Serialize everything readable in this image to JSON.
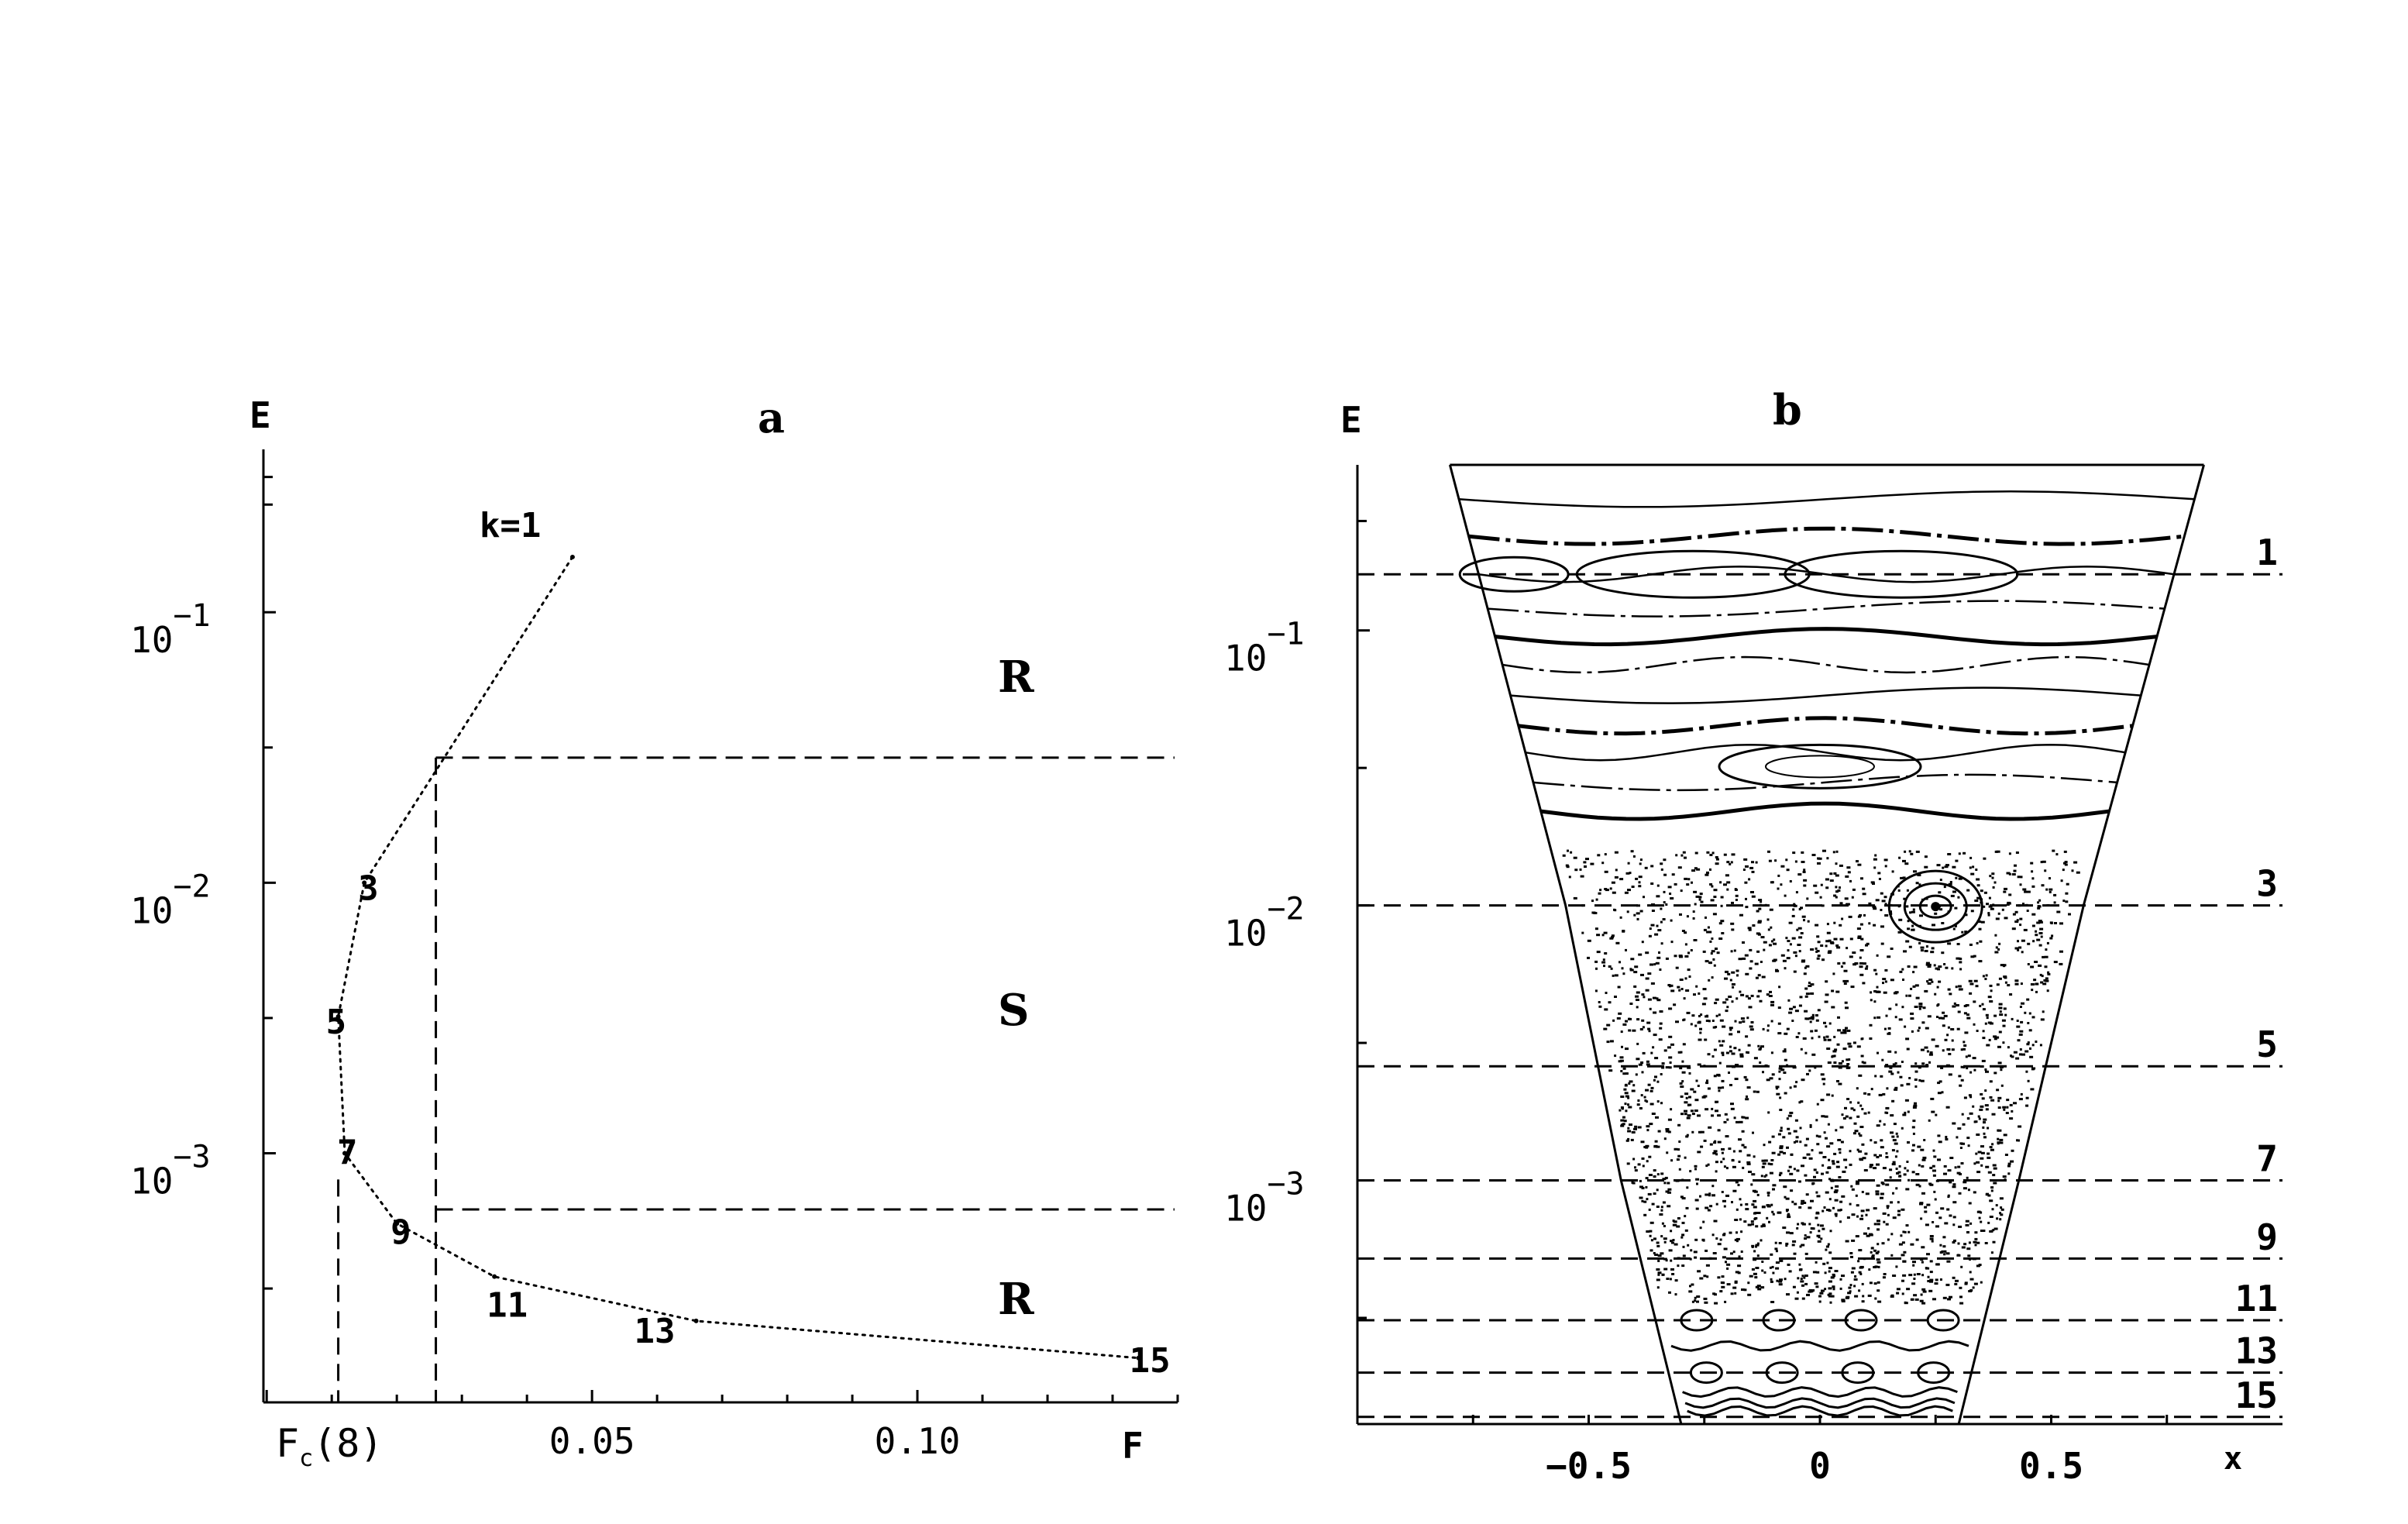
{
  "chart_data": [
    {
      "type": "line",
      "panel_label": "a",
      "xlabel": "F",
      "ylabel": "E",
      "x_tick_labels": [
        "0.05",
        "0.10"
      ],
      "x_ticks": [
        0.05,
        0.1
      ],
      "xlim": [
        -0.0005,
        0.14
      ],
      "y_scale": "log",
      "ylim": [
        0.00012,
        0.4
      ],
      "y_ticks": [
        0.1,
        0.01,
        0.001
      ],
      "y_tick_labels": [
        {
          "base": "10",
          "exp": "−1"
        },
        {
          "base": "10",
          "exp": "−2"
        },
        {
          "base": "10",
          "exp": "−3"
        }
      ],
      "fc_label": {
        "main": "F",
        "sub": "c",
        "rest": "(8)"
      },
      "fc_value": 0.011,
      "boundary_value": 0.026,
      "region_boundaries": [
        0.029,
        0.00062
      ],
      "regions": [
        "R",
        "S",
        "R"
      ],
      "series": [
        {
          "points": [
            {
              "k": "k=1",
              "F": 0.047,
              "E": 0.16
            },
            {
              "k": "3",
              "F": 0.015,
              "E": 0.01
            },
            {
              "k": "5",
              "F": 0.011,
              "E": 0.0032
            },
            {
              "k": "7",
              "F": 0.012,
              "E": 0.001
            },
            {
              "k": "9",
              "F": 0.02,
              "E": 0.00055
            },
            {
              "k": "11",
              "F": 0.035,
              "E": 0.00035
            },
            {
              "k": "13",
              "F": 0.066,
              "E": 0.00024
            },
            {
              "k": "15",
              "F": 0.134,
              "E": 0.000175
            }
          ]
        }
      ]
    },
    {
      "type": "scatter",
      "panel_label": "b",
      "xlabel": "x",
      "ylabel": "E",
      "x_tick_labels": [
        "−0.5",
        "0",
        "0.5"
      ],
      "x_ticks": [
        -0.5,
        0,
        0.5
      ],
      "xlim": [
        -1.0,
        1.0
      ],
      "y_scale": "log",
      "ylim": [
        0.00013,
        0.4
      ],
      "y_ticks": [
        0.1,
        0.01,
        0.001
      ],
      "y_tick_labels": [
        {
          "base": "10",
          "exp": "−1"
        },
        {
          "base": "10",
          "exp": "−2"
        },
        {
          "base": "10",
          "exp": "−3"
        }
      ],
      "resonance_lines": [
        {
          "k": "1",
          "E": 0.16
        },
        {
          "k": "3",
          "E": 0.01
        },
        {
          "k": "5",
          "E": 0.0026
        },
        {
          "k": "7",
          "E": 0.001
        },
        {
          "k": "9",
          "E": 0.00052
        },
        {
          "k": "11",
          "E": 0.00031
        },
        {
          "k": "13",
          "E": 0.0002
        },
        {
          "k": "15",
          "E": 0.000138
        }
      ],
      "boundary": [
        {
          "E": 0.4,
          "x_left": -0.8,
          "x_right": 0.83
        },
        {
          "E": 0.01,
          "x_left": -0.55,
          "x_right": 0.57
        },
        {
          "E": 0.001,
          "x_left": -0.43,
          "x_right": 0.43
        },
        {
          "E": 0.00013,
          "x_left": -0.3,
          "x_right": 0.3
        }
      ]
    }
  ]
}
